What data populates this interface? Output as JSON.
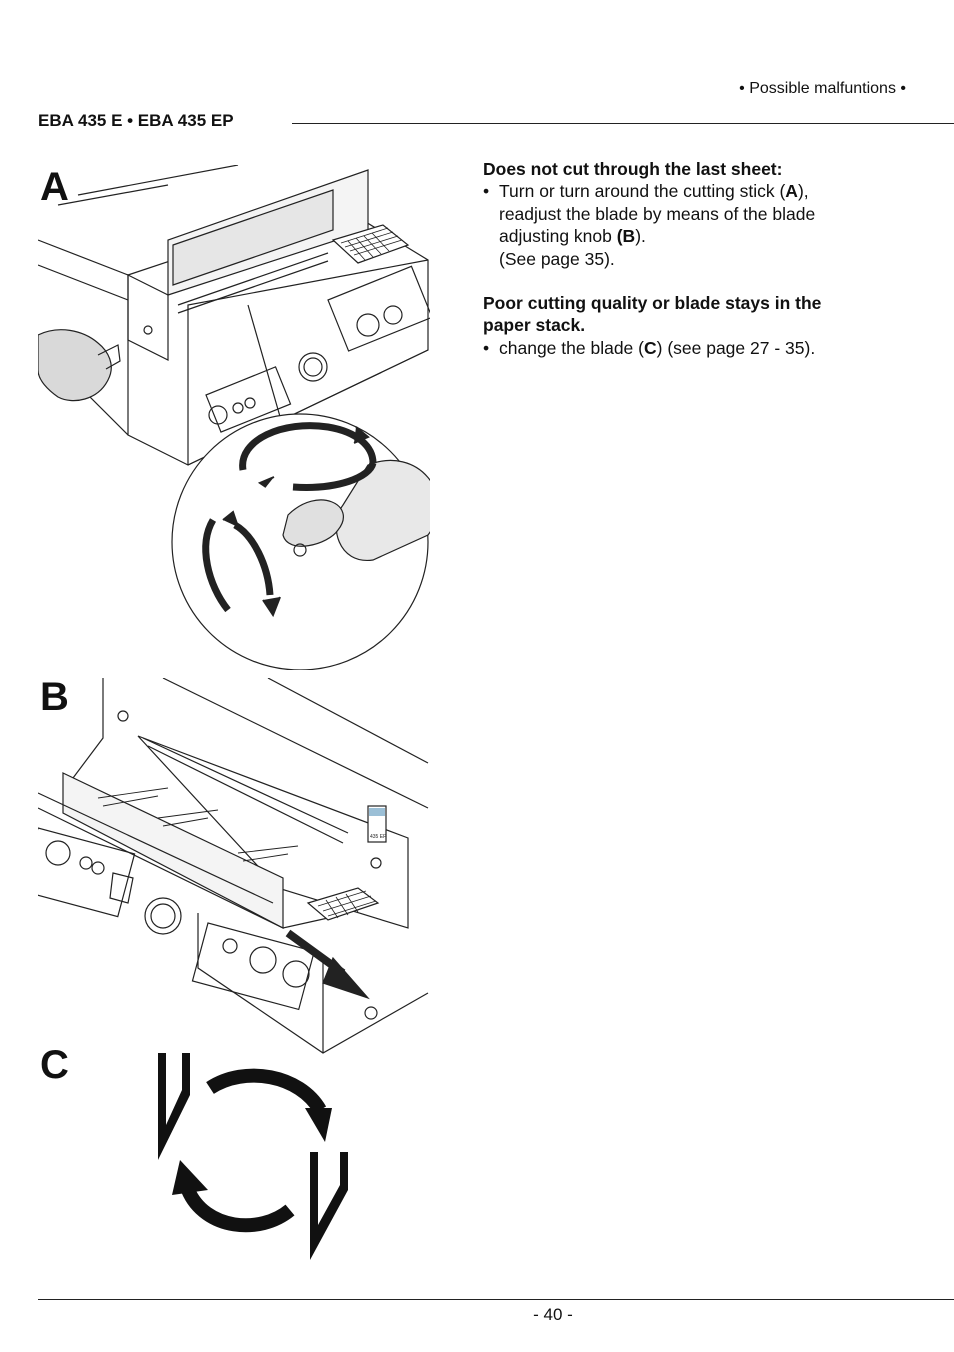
{
  "header": {
    "section": "• Possible malfuntions •",
    "model": "EBA 435 E • EBA 435 EP"
  },
  "figures": {
    "a_label": "A",
    "b_label": "B",
    "c_label": "C",
    "b_panel_badge": "435 EP"
  },
  "issues": [
    {
      "title": "Does not cut through the last sheet:",
      "bullet": "•",
      "lines": [
        {
          "pre": "Turn or turn around the cutting stick (",
          "bold": "A",
          "post": "),"
        },
        {
          "pre": "readjust the blade by means of the blade",
          "bold": "",
          "post": ""
        },
        {
          "pre": "adjusting knob ",
          "bold": "(B",
          "post": ")."
        },
        {
          "pre": "(See page 35).",
          "bold": "",
          "post": ""
        }
      ]
    },
    {
      "title_line1": "Poor cutting quality or blade stays in the",
      "title_line2": "paper stack.",
      "bullet": "•",
      "line": {
        "pre": "change the blade (",
        "bold": "C",
        "post": ") (see page 27 - 35)."
      }
    }
  ],
  "footer": {
    "page": "- 40 -"
  }
}
